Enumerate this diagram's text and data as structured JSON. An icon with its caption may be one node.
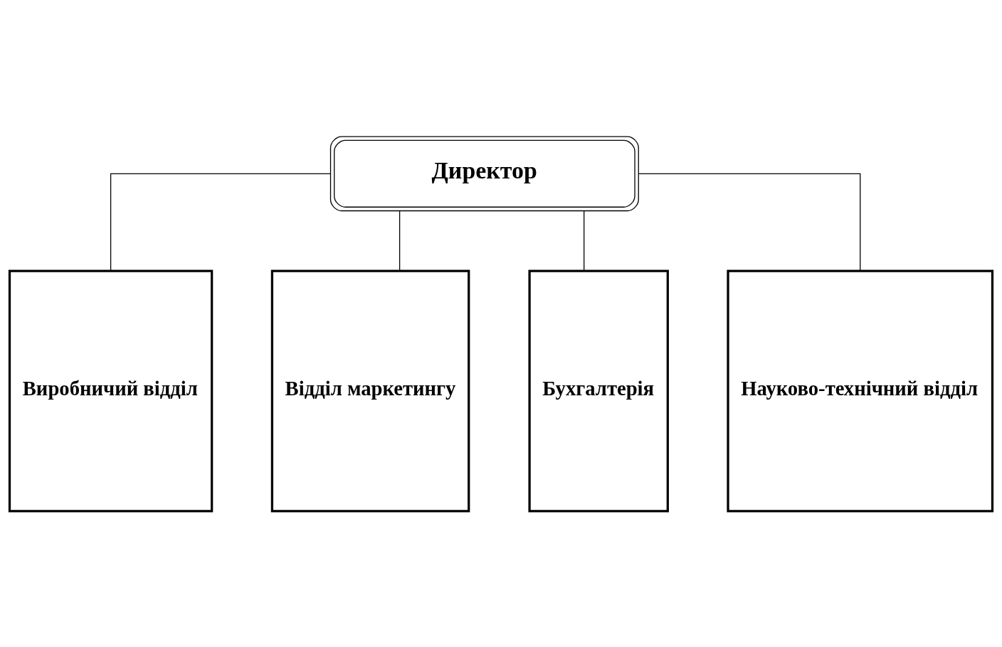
{
  "diagram": {
    "nodes": [
      {
        "text": [
          "Директор"
        ]
      },
      {
        "text": [
          "Виробничий відділ"
        ]
      },
      {
        "text": [
          "Відділ маркетингу"
        ]
      },
      {
        "text": [
          "Бухгалтерія"
        ]
      },
      {
        "text": [
          "Науково-технічний відділ"
        ]
      }
    ],
    "edges": [
      {
        "from": 0,
        "to": 1,
        "arrow": "none"
      },
      {
        "from": 0,
        "to": 2,
        "arrow": "none"
      },
      {
        "from": 0,
        "to": 3,
        "arrow": "none"
      },
      {
        "from": 0,
        "to": 4,
        "arrow": "none"
      }
    ]
  }
}
